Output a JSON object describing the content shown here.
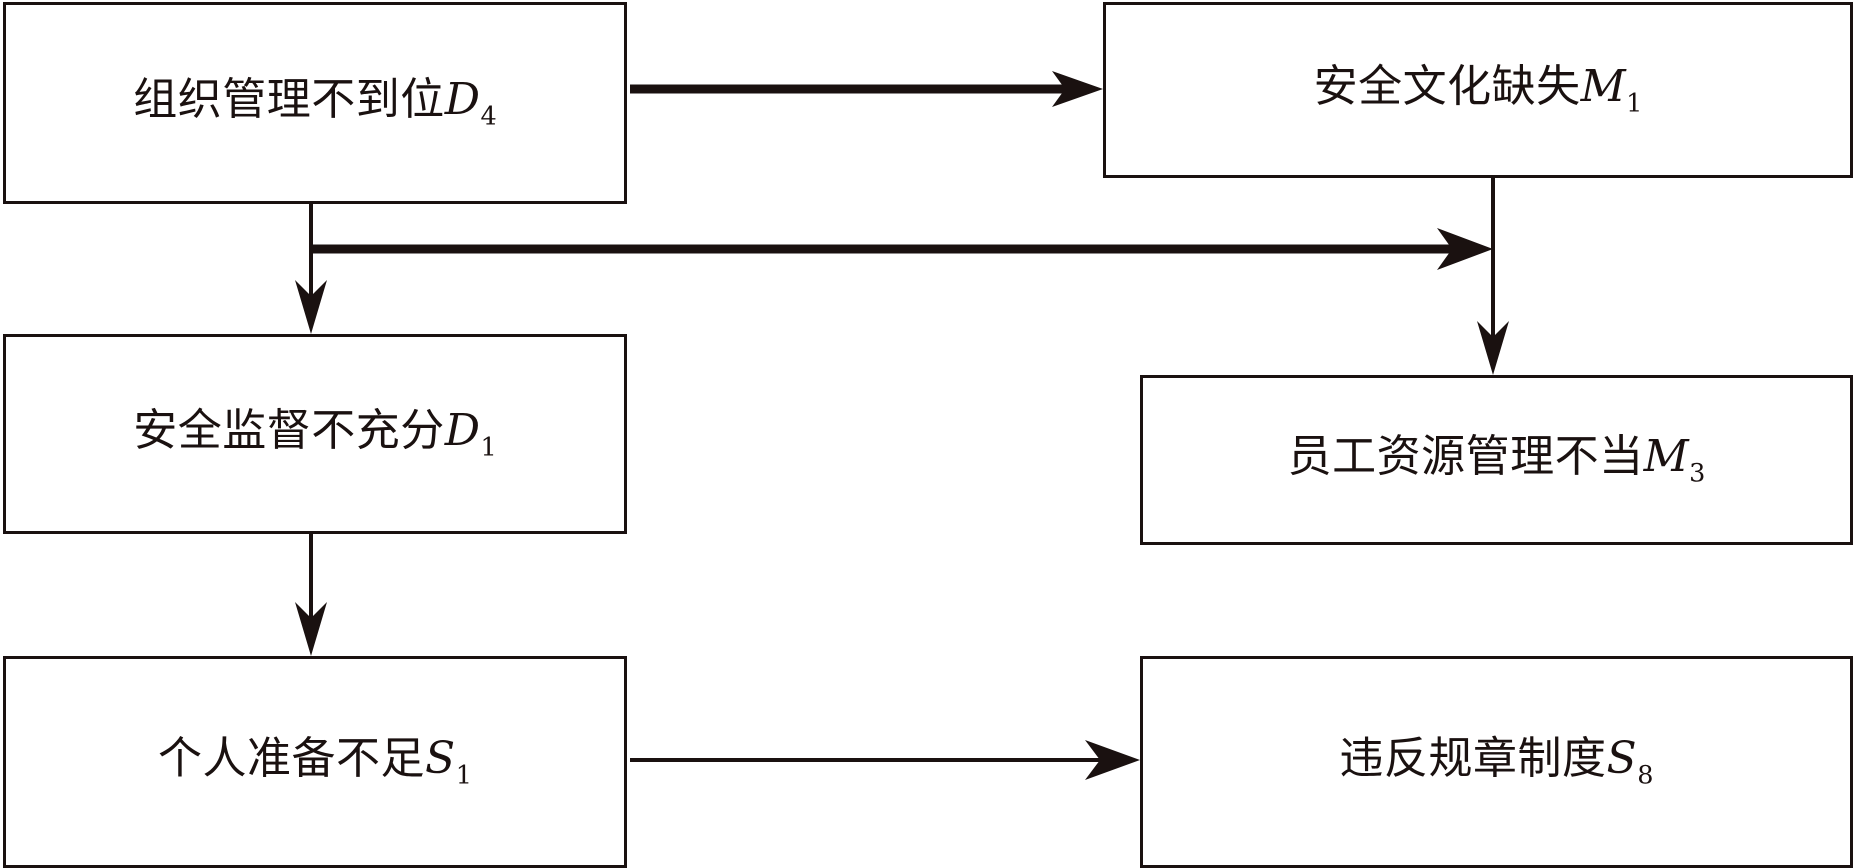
{
  "diagram": {
    "type": "flowchart",
    "title": "",
    "background_color": "#ffffff",
    "line_color": "#1a1110",
    "box_fill": "#ffffff",
    "nodes": [
      {
        "id": "D4",
        "text": "组织管理不到位",
        "code": "D",
        "subscript": "4",
        "full_label": "组织管理不到位D4"
      },
      {
        "id": "M1",
        "text": "安全文化缺失",
        "code": "M",
        "subscript": "1",
        "full_label": "安全文化缺失M1"
      },
      {
        "id": "D1",
        "text": "安全监督不充分",
        "code": "D",
        "subscript": "1",
        "full_label": "安全监督不充分D1"
      },
      {
        "id": "M3",
        "text": "员工资源管理不当",
        "code": "M",
        "subscript": "3",
        "full_label": "员工资源管理不当M3"
      },
      {
        "id": "S1",
        "text": "个人准备不足",
        "code": "S",
        "subscript": "1",
        "full_label": "个人准备不足S1"
      },
      {
        "id": "S8",
        "text": "违反规章制度",
        "code": "S",
        "subscript": "8",
        "full_label": "违反规章制度S8"
      }
    ],
    "edges": [
      {
        "from": "D4",
        "to": "M1",
        "direction": "right"
      },
      {
        "from": "D4",
        "to": "D1",
        "direction": "down"
      },
      {
        "from": "D4",
        "to": "M3",
        "direction": "right"
      },
      {
        "from": "M1",
        "to": "M3",
        "direction": "down"
      },
      {
        "from": "D1",
        "to": "S1",
        "direction": "down"
      },
      {
        "from": "S1",
        "to": "S8",
        "direction": "right"
      }
    ]
  }
}
